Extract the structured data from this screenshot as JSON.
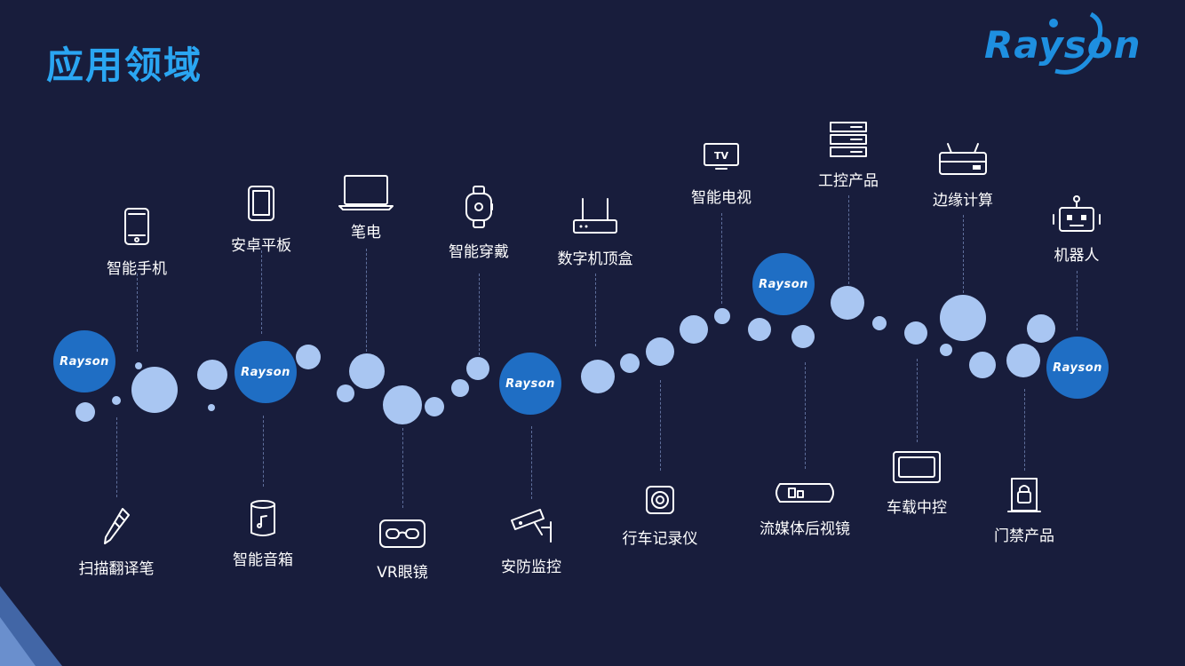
{
  "header": {
    "title": "应用领域"
  },
  "brand": {
    "logo_text": "Rayson",
    "bubble_text": "Rayson"
  },
  "colors": {
    "background": "#181d3c",
    "title": "#2aa6f2",
    "bubble": "#a9c6f2",
    "brand_bubble": "#1f6ec4"
  },
  "applications": {
    "top": [
      {
        "label": "智能手机",
        "icon": "smartphone-icon"
      },
      {
        "label": "安卓平板",
        "icon": "tablet-icon"
      },
      {
        "label": "笔电",
        "icon": "laptop-icon"
      },
      {
        "label": "智能穿戴",
        "icon": "wearable-icon"
      },
      {
        "label": "数字机顶盒",
        "icon": "set-top-box-icon"
      },
      {
        "label": "智能电视",
        "icon": "tv-icon"
      },
      {
        "label": "工控产品",
        "icon": "server-rack-icon"
      },
      {
        "label": "边缘计算",
        "icon": "edge-device-icon"
      },
      {
        "label": "机器人",
        "icon": "robot-icon"
      }
    ],
    "bottom": [
      {
        "label": "扫描翻译笔",
        "icon": "scan-pen-icon"
      },
      {
        "label": "智能音箱",
        "icon": "smart-speaker-icon"
      },
      {
        "label": "VR眼镜",
        "icon": "vr-glasses-icon"
      },
      {
        "label": "安防监控",
        "icon": "security-camera-icon"
      },
      {
        "label": "行车记录仪",
        "icon": "dashcam-icon"
      },
      {
        "label": "流媒体后视镜",
        "icon": "rearview-mirror-icon"
      },
      {
        "label": "车载中控",
        "icon": "car-display-icon"
      },
      {
        "label": "门禁产品",
        "icon": "access-control-icon"
      }
    ]
  }
}
